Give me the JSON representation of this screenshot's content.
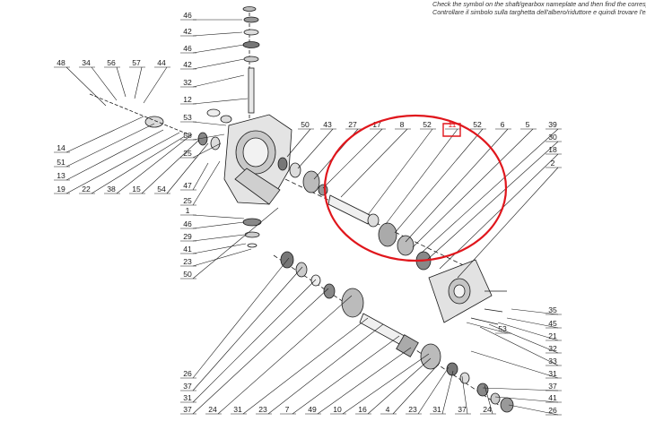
{
  "header": {
    "line1": "Check the symbol on the shaft/gearbox nameplate and then find the correspondir",
    "line2": "Controllare il simbolo sulla targhetta dell'albero/riduttore e quindi trovare l'elenco c"
  },
  "callouts": {
    "top_left_stack": [
      "46",
      "42",
      "46",
      "42",
      "32",
      "12",
      "53",
      "58",
      "25"
    ],
    "left_cluster": [
      "48",
      "34",
      "56",
      "57",
      "44",
      "14",
      "51",
      "13",
      "19",
      "22",
      "38",
      "15",
      "54",
      "47",
      "25"
    ],
    "center_left": [
      "1",
      "46",
      "29",
      "41",
      "23",
      "50"
    ],
    "top_center": [
      "50",
      "43",
      "27",
      "17",
      "8",
      "52",
      "11",
      "52",
      "6",
      "5",
      "39",
      "30",
      "18",
      "2"
    ],
    "right_column": [
      "35",
      "45",
      "21",
      "32",
      "33",
      "31",
      "37",
      "41",
      "26"
    ],
    "bottom_row": [
      "26",
      "37",
      "31",
      "37",
      "24",
      "31",
      "23",
      "7",
      "49",
      "10",
      "16",
      "4",
      "23",
      "31",
      "37",
      "24",
      "53"
    ]
  },
  "highlight": {
    "shape": "ellipse",
    "color": "#e0161c",
    "marked_part": "11"
  },
  "colors": {
    "line": "#1a1a1a",
    "part_fill": "#d6d6d6",
    "part_dark": "#444444",
    "highlight": "#e0161c"
  }
}
